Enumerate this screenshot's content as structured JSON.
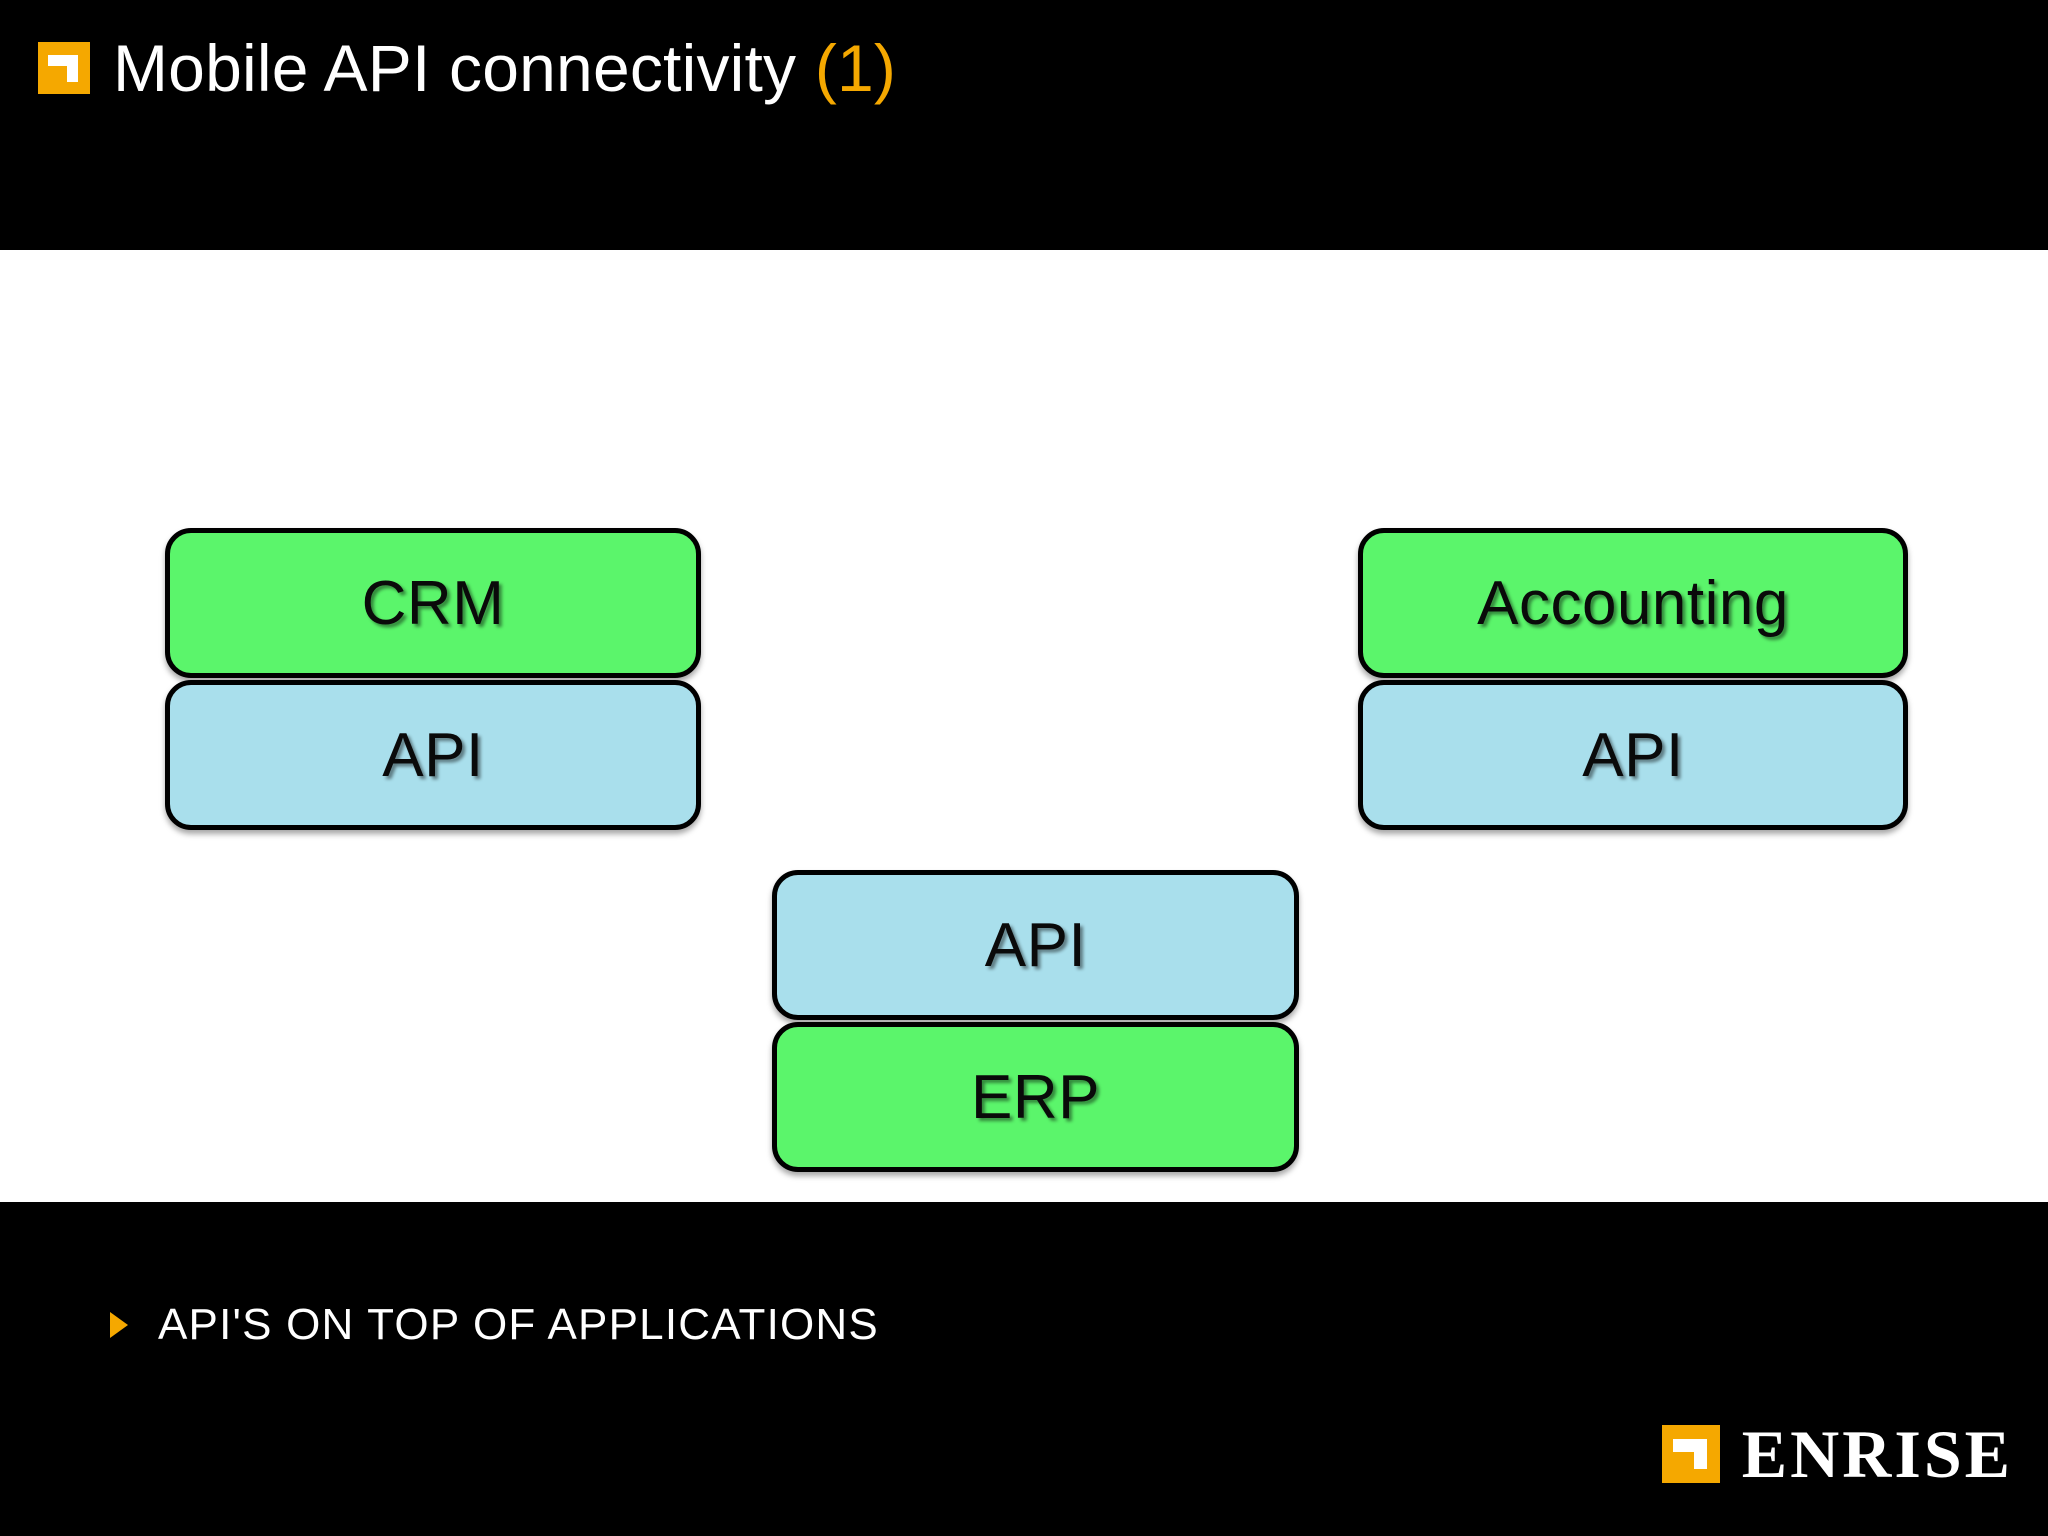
{
  "header": {
    "title_main": "Mobile API connectivity",
    "title_number": "(1)",
    "logo_name": "enrise-mark-icon",
    "background_color": "#000000",
    "accent_color": "#F5A800"
  },
  "diagram": {
    "colors": {
      "application": "#5BF56B",
      "api": "#A9DFEC",
      "border": "#000000"
    },
    "groups": [
      {
        "id": "crm-group",
        "position": "left",
        "nodes": [
          {
            "label": "CRM",
            "kind": "application",
            "color": "#5BF56B"
          },
          {
            "label": "API",
            "kind": "api",
            "color": "#A9DFEC"
          }
        ]
      },
      {
        "id": "erp-group",
        "position": "center",
        "nodes": [
          {
            "label": "API",
            "kind": "api",
            "color": "#A9DFEC"
          },
          {
            "label": "ERP",
            "kind": "application",
            "color": "#5BF56B"
          }
        ]
      },
      {
        "id": "accounting-group",
        "position": "right",
        "nodes": [
          {
            "label": "Accounting",
            "kind": "application",
            "color": "#5BF56B"
          },
          {
            "label": "API",
            "kind": "api",
            "color": "#A9DFEC"
          }
        ]
      }
    ]
  },
  "footer": {
    "bullet_caption": "API'S ON TOP OF APPLICATIONS",
    "bullet_icon": "triangle-right-icon",
    "brand_name": "ENRISE",
    "brand_logo_name": "enrise-mark-icon",
    "background_color": "#000000"
  }
}
